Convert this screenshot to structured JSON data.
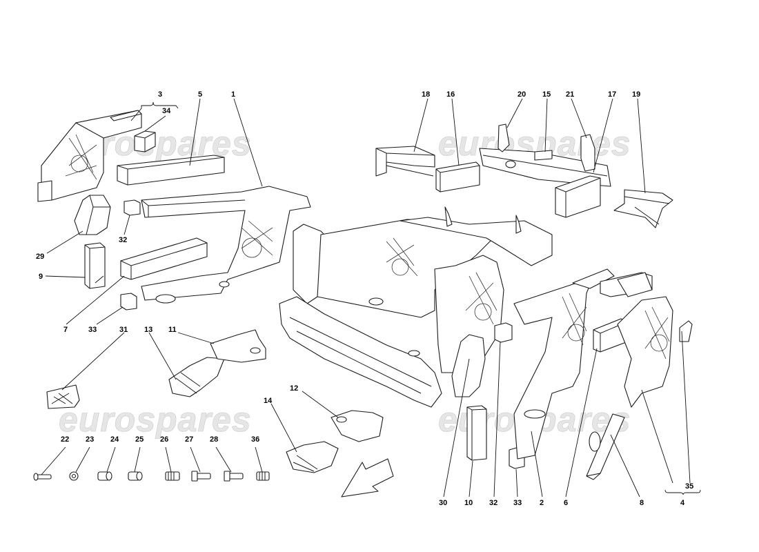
{
  "watermark": {
    "text": "eurospares"
  },
  "callouts": [
    "3",
    "34",
    "5",
    "1",
    "18",
    "16",
    "20",
    "15",
    "21",
    "17",
    "19",
    "32",
    "29",
    "9",
    "7",
    "33",
    "31",
    "13",
    "11",
    "12",
    "14",
    "22",
    "23",
    "24",
    "25",
    "26",
    "27",
    "28",
    "36",
    "30",
    "10",
    "32",
    "33",
    "2",
    "6",
    "8",
    "35",
    "4"
  ]
}
